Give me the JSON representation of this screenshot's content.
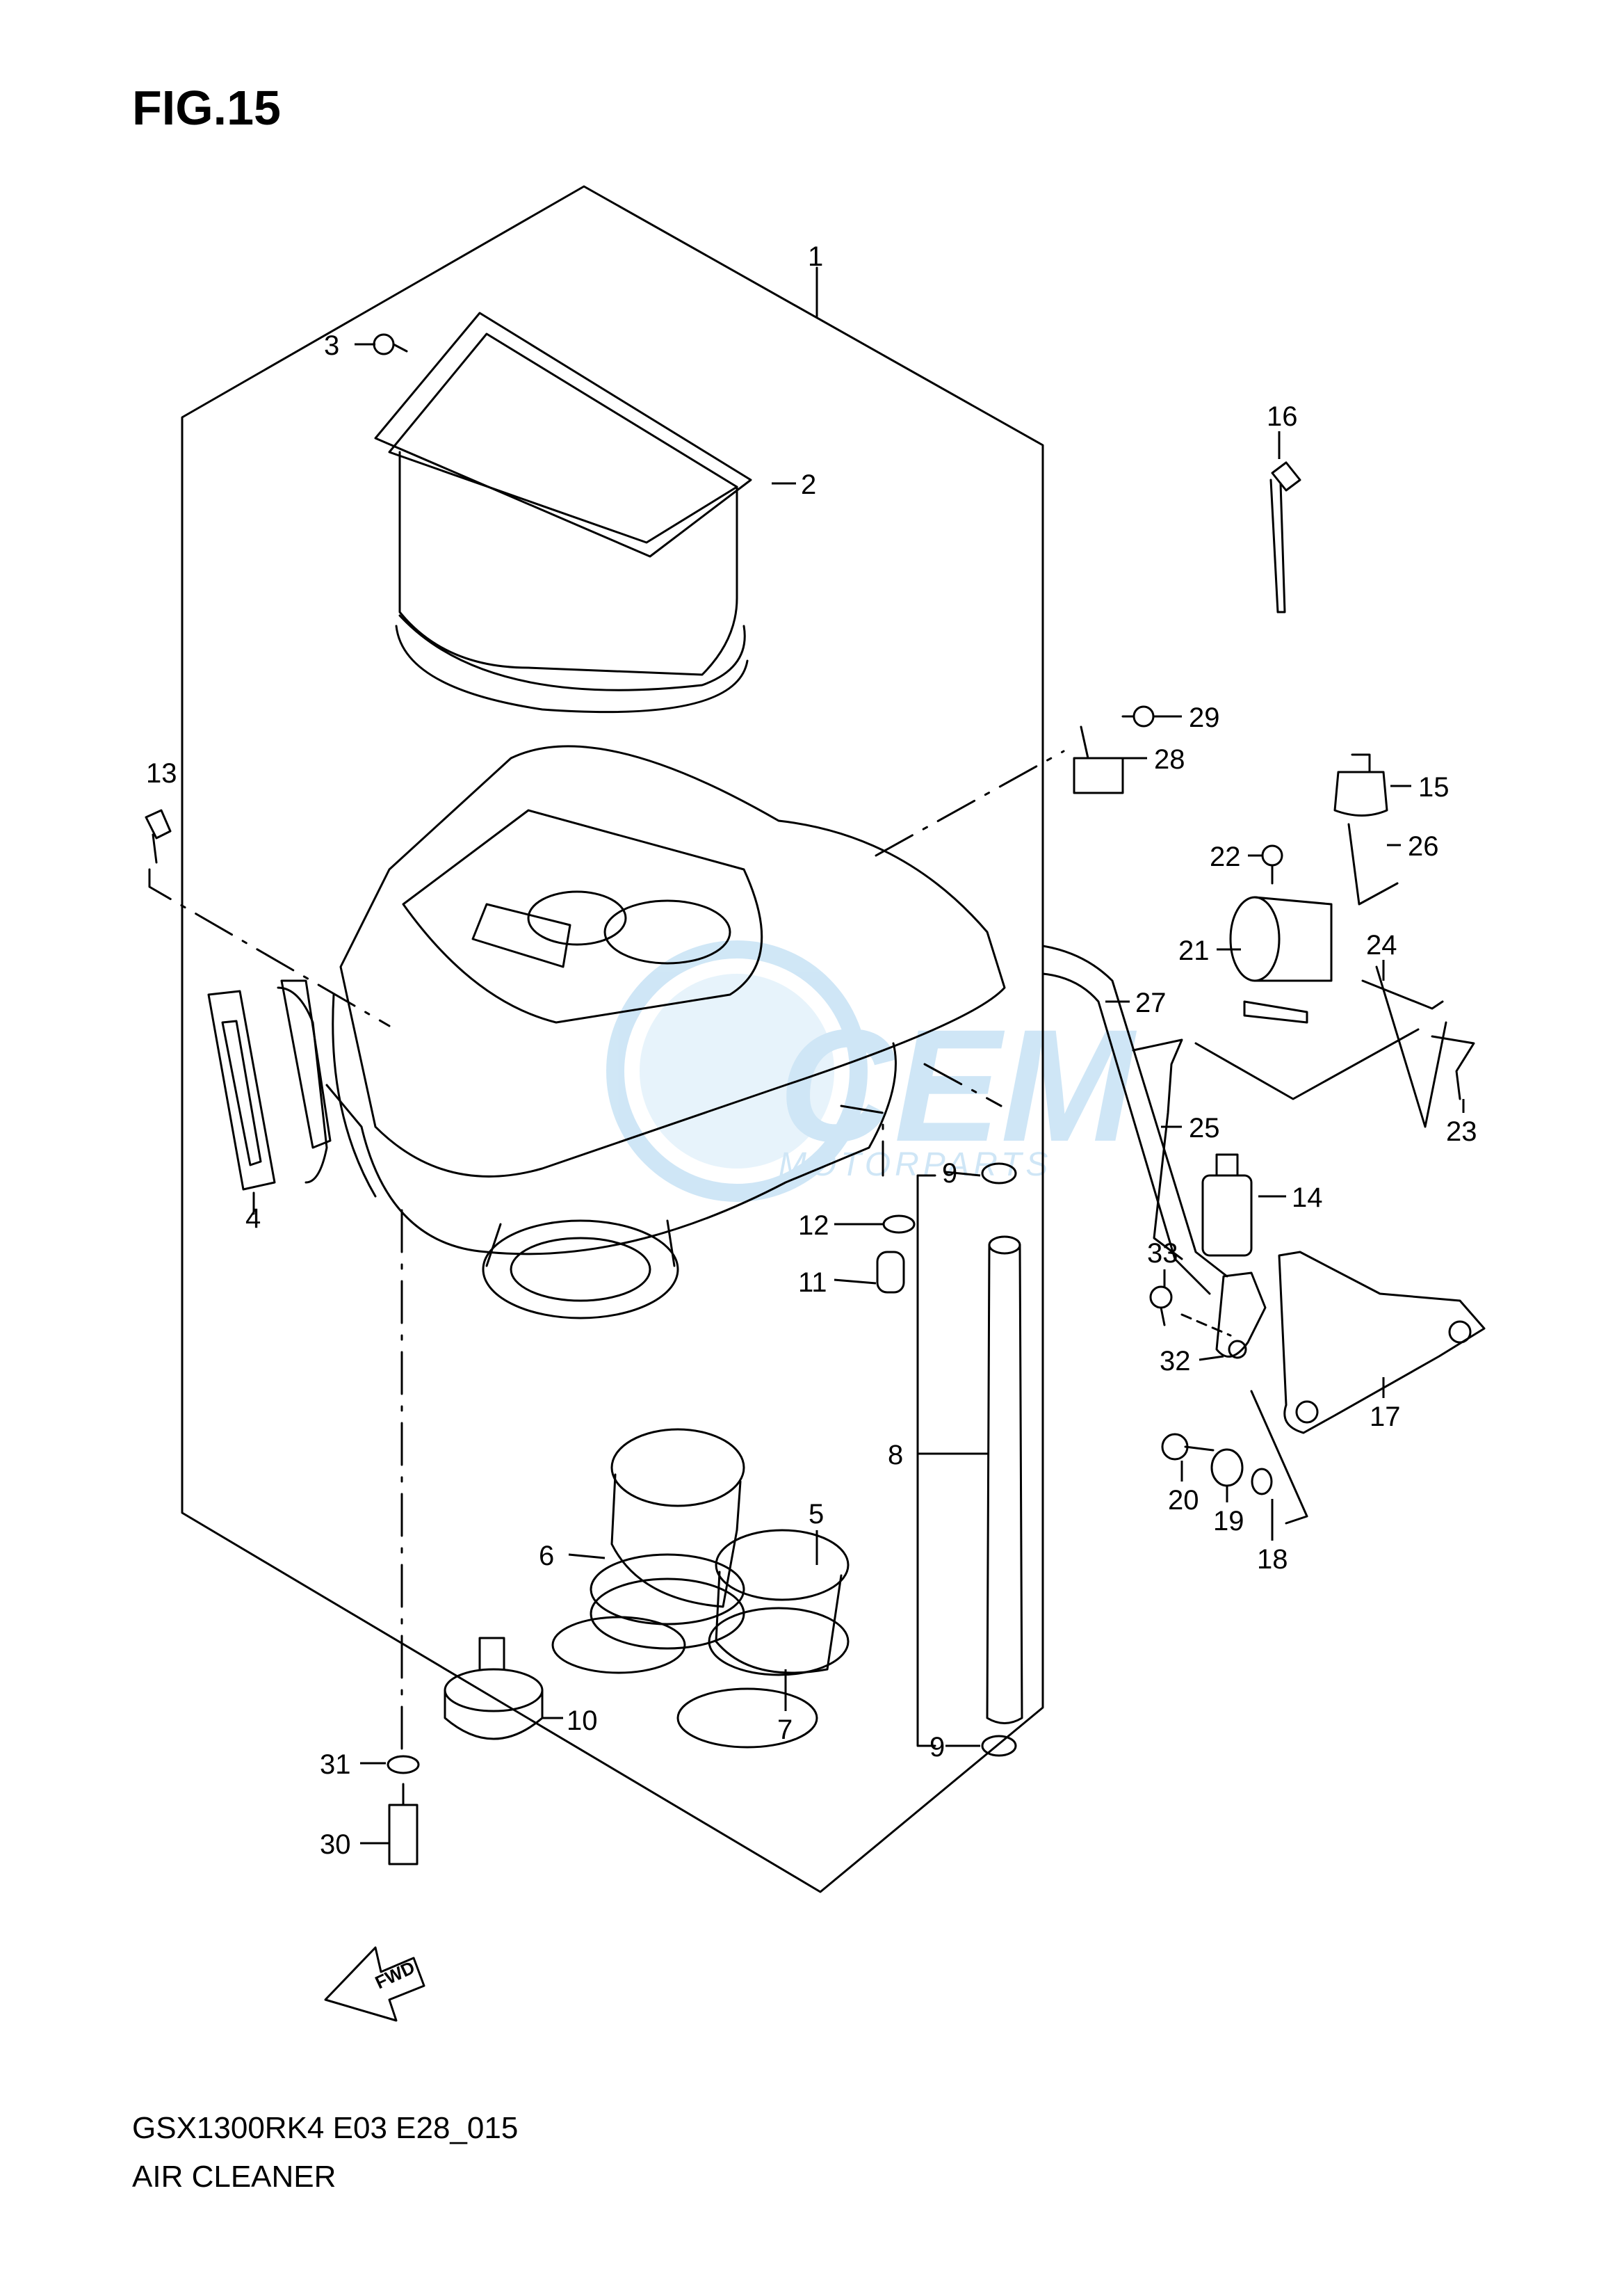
{
  "figure": {
    "title": "FIG.15",
    "model_code": "GSX1300RK4 E03 E28_015",
    "name": "AIR CLEANER"
  },
  "watermark": {
    "brand": "CEM",
    "sub": "MOTORPARTS",
    "color": "#a9d3ef"
  },
  "fwd_label": "FWD",
  "callouts": [
    "1",
    "2",
    "3",
    "4",
    "5",
    "6",
    "7",
    "8",
    "9",
    "9",
    "10",
    "11",
    "12",
    "13",
    "14",
    "15",
    "16",
    "17",
    "18",
    "19",
    "20",
    "21",
    "22",
    "23",
    "24",
    "25",
    "26",
    "27",
    "28",
    "29",
    "30",
    "31",
    "32",
    "33"
  ],
  "colors": {
    "line": "#000000",
    "background": "#ffffff"
  }
}
